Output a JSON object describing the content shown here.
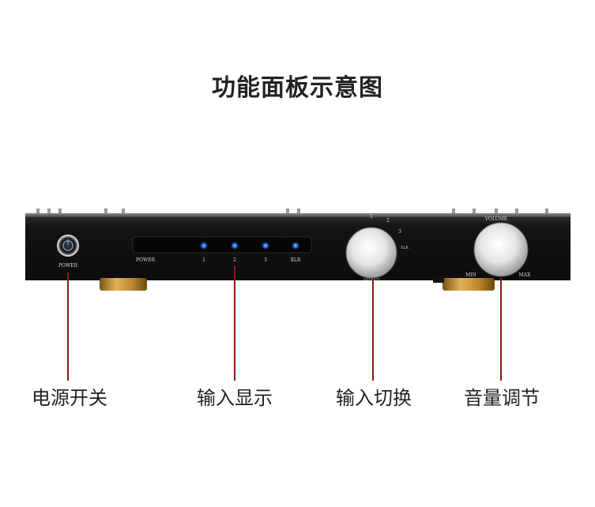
{
  "title": "功能面板示意图",
  "panel": {
    "power_label": "POWER",
    "led_labels": [
      "POWER",
      "1",
      "2",
      "3",
      "XLR"
    ],
    "select_label": "SELECT",
    "select_positions": [
      "1",
      "2",
      "3",
      "XLR"
    ],
    "volume_label": "VOLUME",
    "volume_min": "MIN",
    "volume_max": "MAX"
  },
  "callouts": [
    {
      "id": "power",
      "label": "电源开关"
    },
    {
      "id": "input-display",
      "label": "输入显示"
    },
    {
      "id": "input-select",
      "label": "输入切换"
    },
    {
      "id": "volume",
      "label": "音量调节"
    }
  ],
  "colors": {
    "panel": "#141416",
    "led": "#2f7bff",
    "leader_line": "#8b1a1a",
    "gold_foot": "#b8862a"
  }
}
